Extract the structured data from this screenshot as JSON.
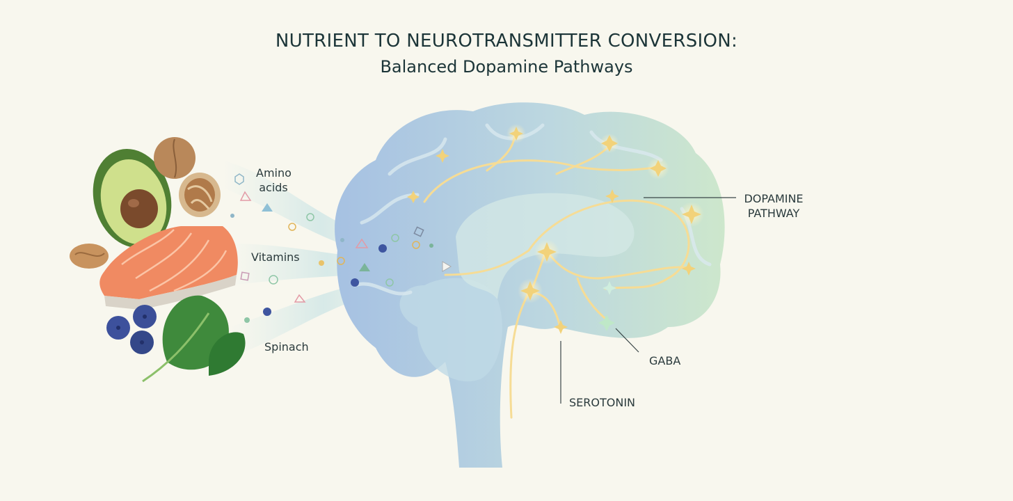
{
  "header": {
    "title": "NUTRIENT TO NEUROTRANSMITTER CONVERSION:",
    "subtitle": "Balanced Dopamine Pathways"
  },
  "labels": {
    "amino_acids_line1": "Amino",
    "amino_acids_line2": "acids",
    "vitamins": "Vitamins",
    "spinach": "Spinach",
    "dopamine_line1": "DOPAMINE",
    "dopamine_line2": "PATHWAY",
    "gaba": "GABA",
    "serotonin": "SEROTONIN"
  },
  "colors": {
    "background": "#f8f7ee",
    "brain_blue": "#a7c3e2",
    "brain_green": "#cfe7cd",
    "pathway_gold": "#f4d27a",
    "salmon": "#f08a62",
    "avocado": "#6e9e45",
    "blueberry": "#3e55a0",
    "spinach": "#3f8a3c"
  },
  "icons": [
    "avocado-icon",
    "walnut-icon",
    "salmon-icon",
    "blueberry-icon",
    "spinach-icon",
    "brain-icon",
    "sparkle-icon"
  ]
}
